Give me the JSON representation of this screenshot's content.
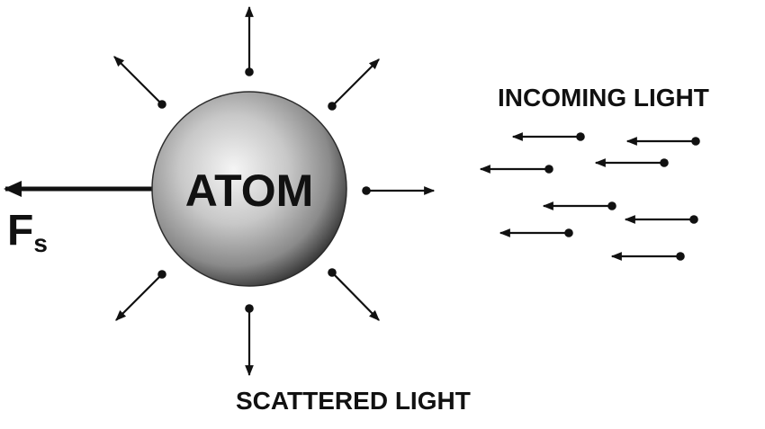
{
  "labels": {
    "atom": "ATOM",
    "incoming": "INCOMING LIGHT",
    "scattered": "SCATTERED LIGHT",
    "force_main": "F",
    "force_sub": "s"
  },
  "colors": {
    "ink": "#111111",
    "sphere_light": "#f5f5f5",
    "sphere_mid": "#a8a8a8",
    "sphere_dark": "#3c3c3c"
  },
  "icons": {
    "photon": "dot-with-arrow-icon",
    "force": "thick-arrow-icon"
  }
}
